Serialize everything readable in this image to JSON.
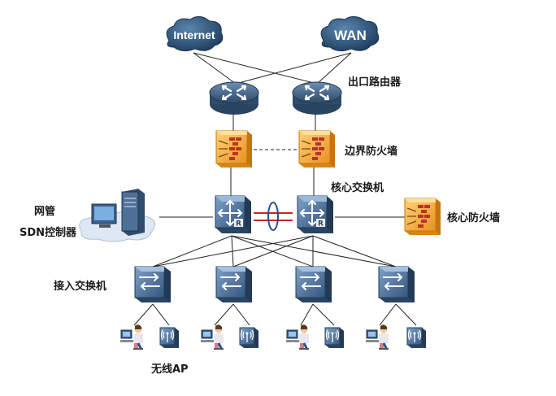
{
  "clouds": {
    "internet": "Internet",
    "wan": "WAN"
  },
  "labels": {
    "egress_router": "出口路由器",
    "border_firewall": "边界防火墙",
    "core_switch": "核心交换机",
    "core_firewall": "核心防火墙",
    "nms": "网管",
    "sdn_controller": "SDN控制器",
    "access_switch": "接入交换机",
    "wireless_ap": "无线AP"
  },
  "colors": {
    "router": "#3d5a7a",
    "switch": "#4a6d96",
    "firewall": "#f0a830",
    "cloud": "#2b4f72",
    "link_red": "#cc2222",
    "link": "#222222"
  }
}
